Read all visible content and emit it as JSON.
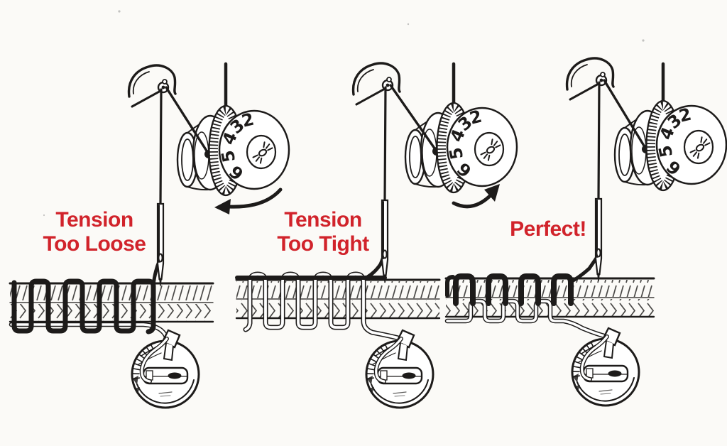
{
  "diagram": {
    "background_color": "#fbfaf7",
    "ink_color": "#1d1b1a",
    "label_color": "#d1232b",
    "dial": {
      "numbers": [
        "2",
        "3",
        "4",
        "5",
        "6"
      ]
    },
    "panels": [
      {
        "name": "tension-too-loose",
        "label_line1": "Tension",
        "label_line2": "Too Loose",
        "rotation_arrow": "counterclockwise",
        "stitch_pattern": "loose"
      },
      {
        "name": "tension-too-tight",
        "label_line1": "Tension",
        "label_line2": "Too Tight",
        "rotation_arrow": "clockwise",
        "stitch_pattern": "tight"
      },
      {
        "name": "perfect",
        "label_line1": "Perfect!",
        "label_line2": "",
        "rotation_arrow": "none",
        "stitch_pattern": "balanced"
      }
    ]
  }
}
